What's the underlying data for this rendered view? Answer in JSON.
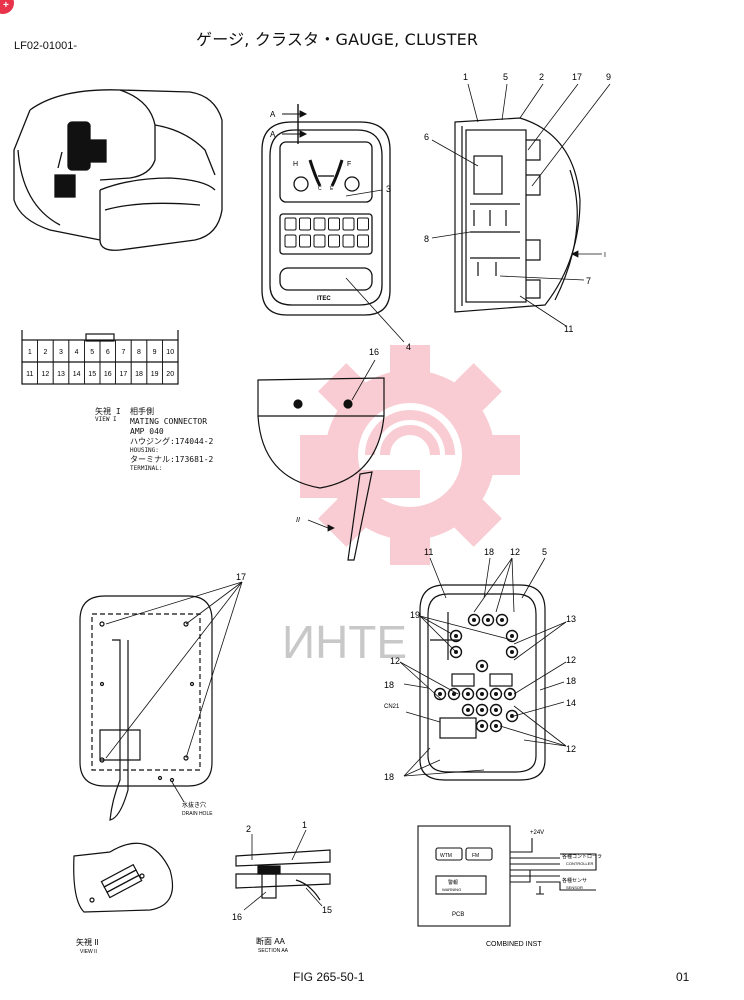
{
  "header": {
    "title": "ゲージ, クラスタ・GAUGE, CLUSTER",
    "code": "LF02-01001-"
  },
  "footer": {
    "figure": "FIG 265-50-1",
    "page": "01"
  },
  "watermark": {
    "text": "ИНТЕ",
    "color": "#f08a96"
  },
  "corner_badge": "+",
  "callouts": {
    "n1": "1",
    "n2": "2",
    "n3": "3",
    "n4": "4",
    "n5": "5",
    "n6": "6",
    "n7": "7",
    "n8": "8",
    "n9": "9",
    "n11": "11",
    "n12": "12",
    "n13": "13",
    "n14": "14",
    "n15": "15",
    "n16": "16",
    "n17": "17",
    "n18": "18",
    "n19": "19",
    "arrow_a": "A",
    "arrow_i": "I",
    "arrow_ii": "II"
  },
  "connector": {
    "top_row": [
      "1",
      "2",
      "3",
      "4",
      "5",
      "6",
      "7",
      "8",
      "9",
      "10"
    ],
    "bottom_row": [
      "11",
      "12",
      "13",
      "14",
      "15",
      "16",
      "17",
      "18",
      "19",
      "20"
    ]
  },
  "view_i_note": {
    "view_label": "矢視 I",
    "view_sub": "VIEW I",
    "side": "相手側",
    "mating": "MATING CONNECTOR",
    "amp": "AMP 040",
    "housing": "ハウジング:174044-2",
    "housing_en": "HOUSING:",
    "terminal": "ターミナル:173681-2",
    "terminal_en": "TERMINAL:"
  },
  "labels": {
    "drain_jp": "水抜き穴",
    "drain_en": "DRAIN HOLE",
    "cn21": "CN21",
    "view_ii": "矢視 II",
    "view_ii_en": "VIEW II",
    "section": "断面 AA",
    "section_en": "SECTION AA",
    "combined": "COMBINED INST",
    "volt": "+24V",
    "btn_wtm": "WTM",
    "btn_fm": "FM",
    "warning_jp": "警報",
    "warning_en": "WARNING",
    "pcb": "PCB",
    "controller_jp": "各種コントローラ",
    "controller_en": "CONTROLLER",
    "sensor_jp": "各種センサ",
    "sensor_en": "SENSOR",
    "gauge_h": "H",
    "gauge_f": "F",
    "gauge_c": "C",
    "gauge_e": "E",
    "logo": "ITEC"
  }
}
